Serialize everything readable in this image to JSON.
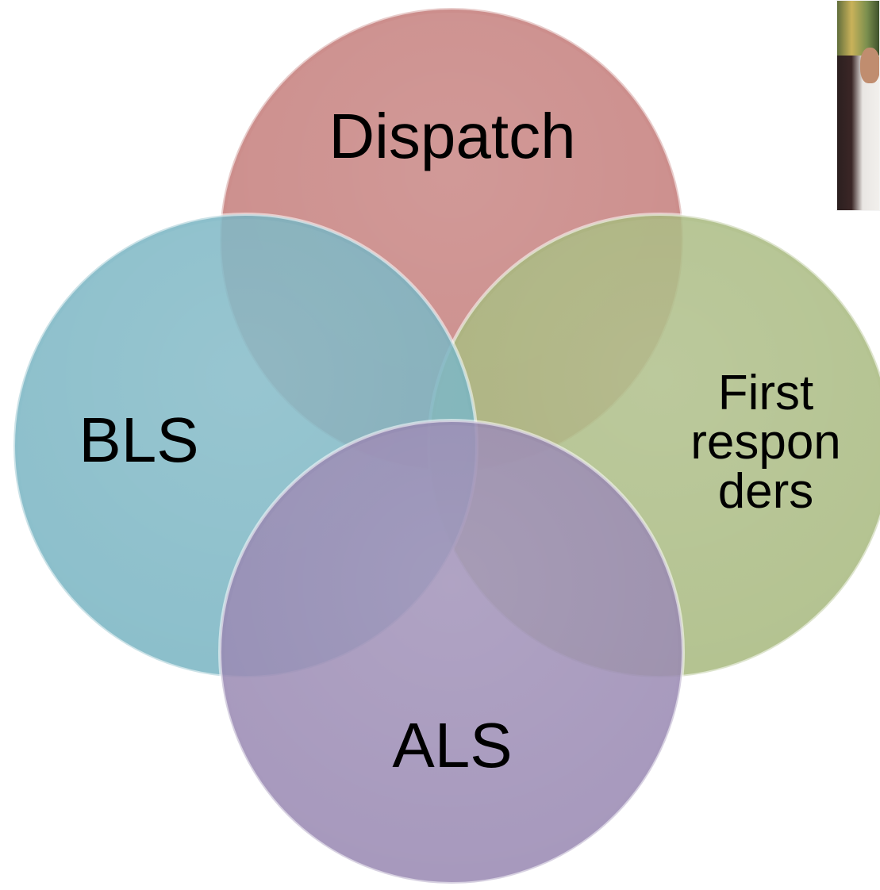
{
  "diagram": {
    "type": "venn",
    "circles": [
      {
        "id": "dispatch",
        "label": "Dispatch",
        "fill": "#c47c79"
      },
      {
        "id": "first-responders",
        "label": "First\nrespon\nders",
        "fill": "#a8b97f"
      },
      {
        "id": "bls",
        "label": "BLS",
        "fill": "#79b4c2"
      },
      {
        "id": "als",
        "label": "ALS",
        "fill": "#9988b2"
      }
    ]
  },
  "photo": {
    "description_icon": "photo-thumbnail"
  }
}
